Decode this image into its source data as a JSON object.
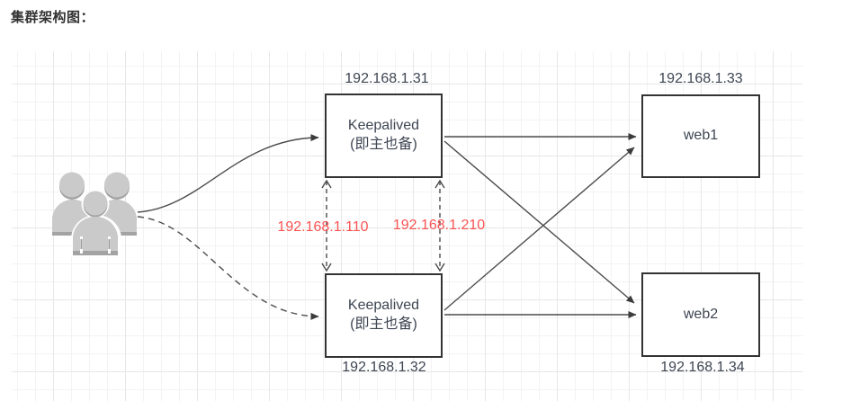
{
  "title": "集群架构图：",
  "nodes": {
    "keepalived_master": {
      "label": "Keepalived\n(即主也备)",
      "ip": "192.168.1.31"
    },
    "keepalived_backup": {
      "label": "Keepalived\n(即主也备)",
      "ip": "192.168.1.32"
    },
    "web1": {
      "label": "web1",
      "ip": "192.168.1.33"
    },
    "web2": {
      "label": "web2",
      "ip": "192.168.1.34"
    }
  },
  "vip_labels": {
    "master": "192.168.1.110",
    "backup": "192.168.1.210"
  },
  "icons": {
    "users_group": "users-group-icon"
  },
  "colors": {
    "vip_text": "#fb5454",
    "node_border": "#333333",
    "node_text": "#3e4653",
    "connector": "#4c4c4c",
    "grid_minor": "#f3f3f3",
    "grid_major": "#e7e7e7",
    "icon_fill": "#cacaca",
    "icon_shade": "#a3a3a3"
  }
}
